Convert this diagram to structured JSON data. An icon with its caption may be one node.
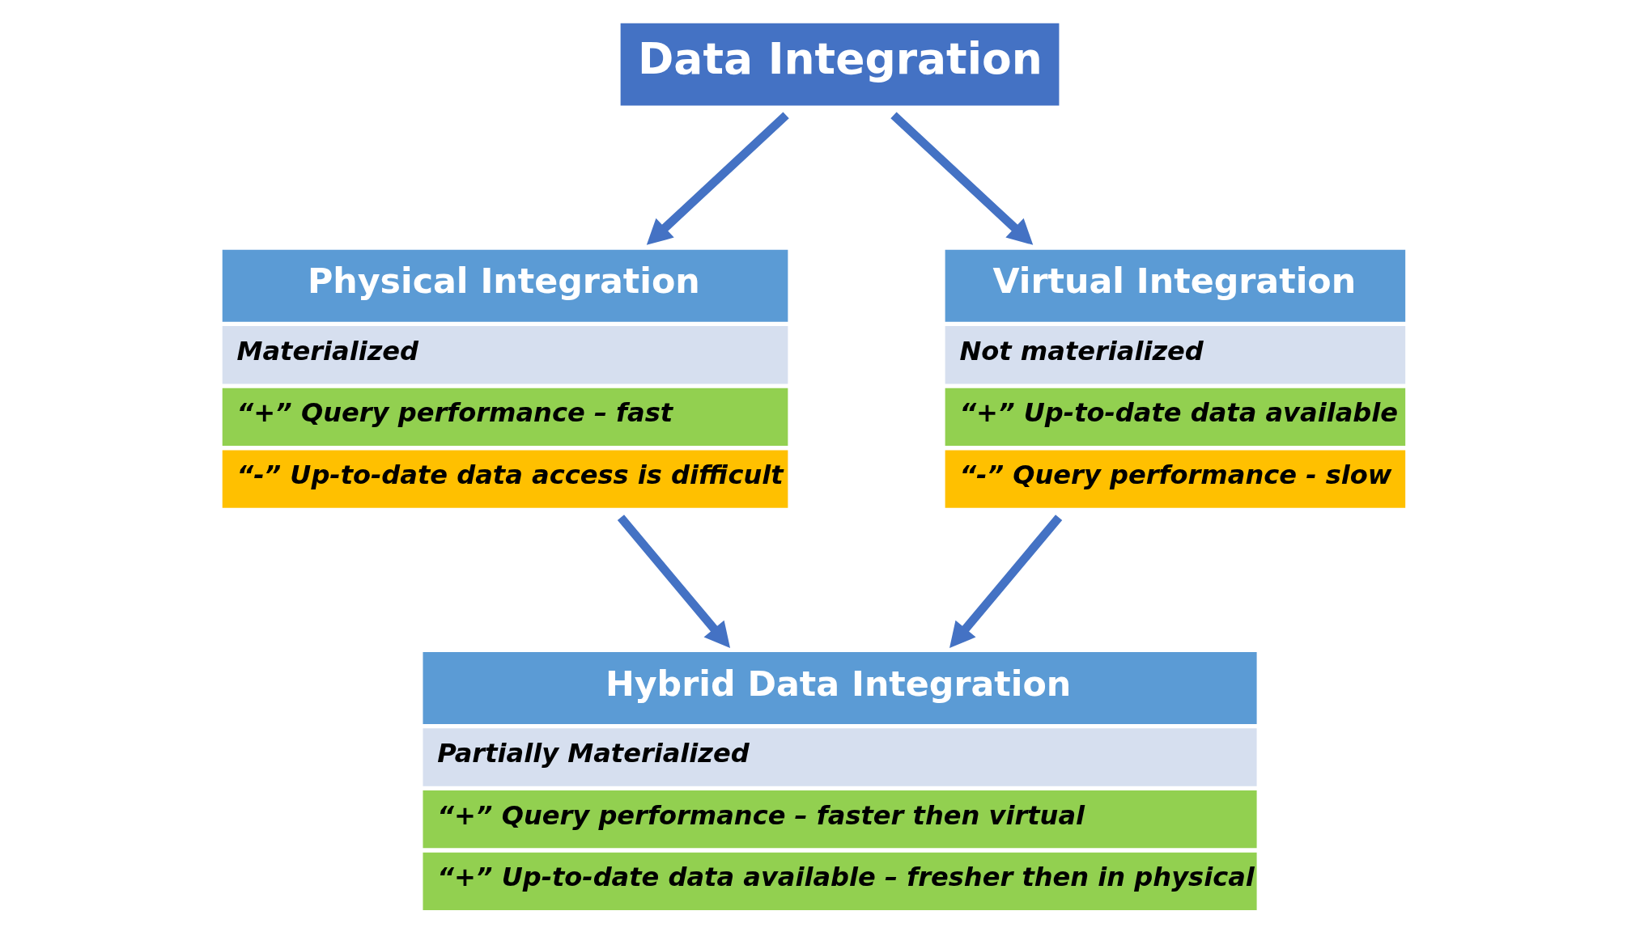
{
  "diagram": {
    "nodes": [
      {
        "text": [
          "Data Integration"
        ]
      },
      {
        "text": [
          "Physical Integration",
          "Materialized",
          "“+” Query performance – fast",
          "“-” Up-to-date data access is difficult"
        ]
      },
      {
        "text": [
          "Virtual Integration",
          "Not materialized",
          "“+” Up-to-date data available",
          "“-” Query performance - slow"
        ]
      },
      {
        "text": [
          "Hybrid Data Integration",
          "Partially Materialized",
          "“+” Query performance – faster then virtual",
          "“+” Up-to-date data available – fresher then in physical"
        ]
      }
    ],
    "edges": [
      {
        "from": 0,
        "to": 1,
        "arrow": "to"
      },
      {
        "from": 0,
        "to": 2,
        "arrow": "to"
      },
      {
        "from": 1,
        "to": 3,
        "arrow": "to"
      },
      {
        "from": 2,
        "to": 3,
        "arrow": "to"
      }
    ]
  }
}
